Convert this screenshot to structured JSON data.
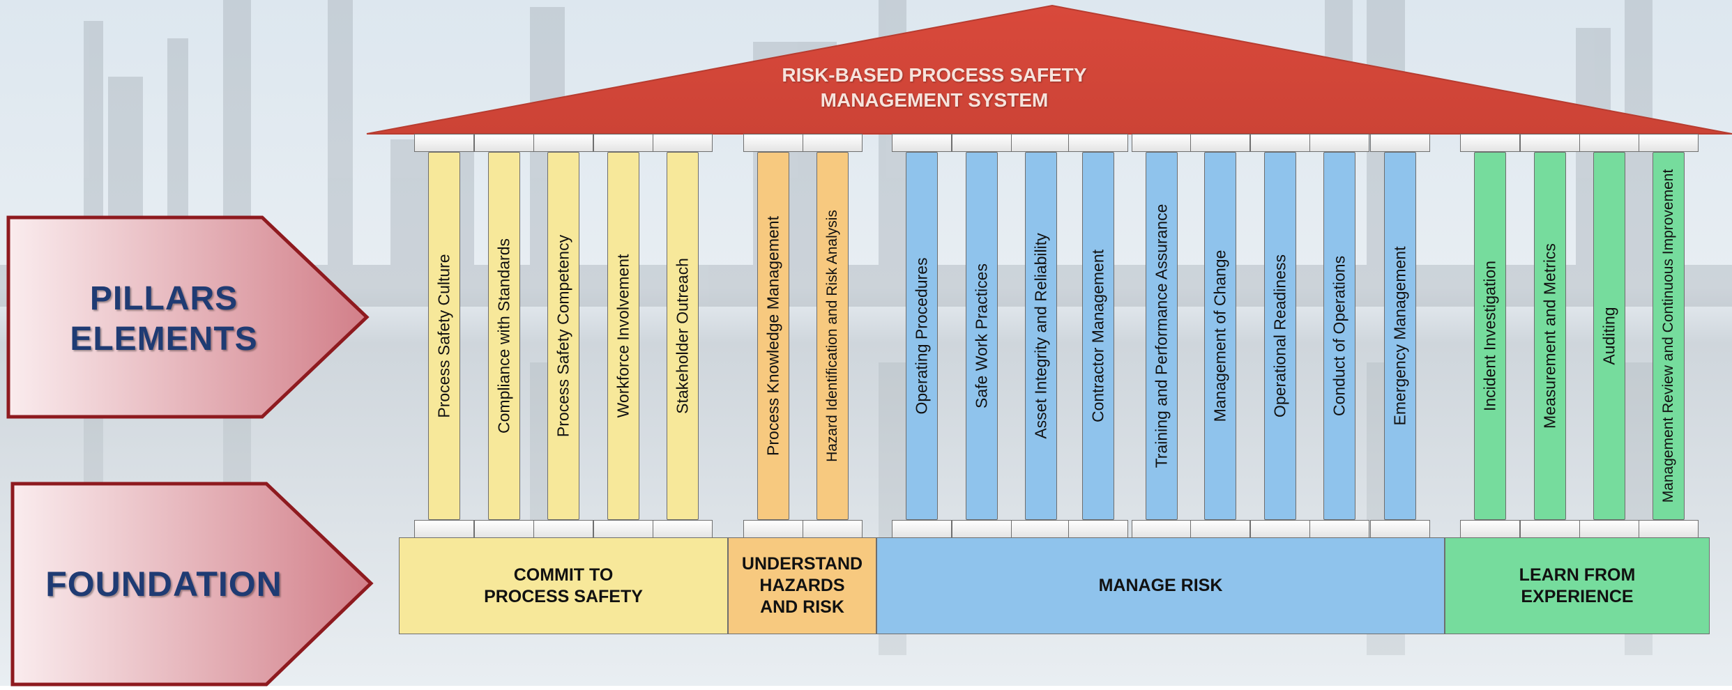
{
  "roof": {
    "title_line1": "RISK-BASED PROCESS SAFETY",
    "title_line2": "MANAGEMENT SYSTEM",
    "color": "#d2473a"
  },
  "arrows": {
    "pillars_line1": "PILLARS",
    "pillars_line2": "ELEMENTS",
    "foundation": "FOUNDATION"
  },
  "colors": {
    "commit": "#f7e89a",
    "understand": "#f7c97f",
    "manage": "#8fc3ec",
    "learn": "#76dc9d",
    "arrow_fill_light": "#f9e4e6",
    "arrow_fill_dark": "#d2838c",
    "arrow_border": "#8e1a1f",
    "arrow_text": "#1f3b73"
  },
  "groups": [
    {
      "key": "commit",
      "label": "COMMIT TO\nPROCESS SAFETY",
      "pillars": [
        "Process Safety Culture",
        "Compliance with Standards",
        "Process Safety Competency",
        "Workforce Involvement",
        "Stakeholder Outreach"
      ]
    },
    {
      "key": "understand",
      "label": "UNDERSTAND\nHAZARDS\nAND RISK",
      "pillars": [
        "Process Knowledge Management",
        "Hazard Identification and Risk Analysis"
      ]
    },
    {
      "key": "manage",
      "label": "MANAGE RISK",
      "pillars": [
        "Operating Procedures",
        "Safe Work Practices",
        "Asset Integrity and Reliability",
        "Contractor Management",
        "Training and Performance Assurance",
        "Management of Change",
        "Operational Readiness",
        "Conduct of Operations",
        "Emergency Management"
      ]
    },
    {
      "key": "learn",
      "label": "LEARN FROM\nEXPERIENCE",
      "pillars": [
        "Incident Investigation",
        "Measurement and Metrics",
        "Auditing",
        "Management Review and Continuous Improvement"
      ]
    }
  ]
}
